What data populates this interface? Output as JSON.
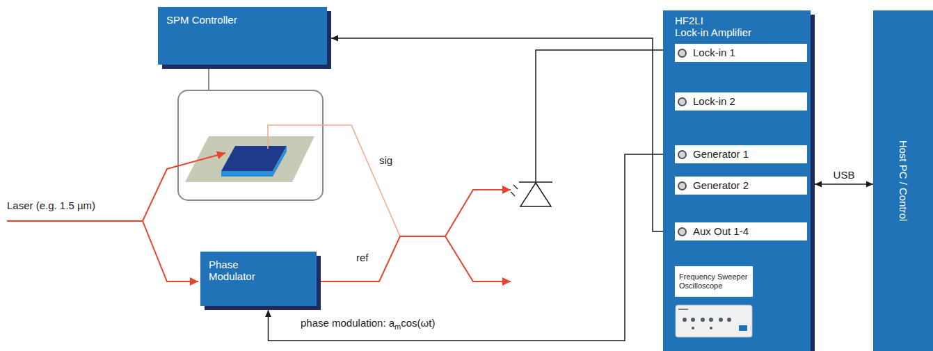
{
  "diagram": {
    "nodes": [
      {
        "text": [
          "SPM Controller"
        ]
      },
      {
        "text": [
          "HF2LI",
          "Lock-in Amplifier"
        ]
      },
      {
        "text": [
          "Lock-in 1"
        ],
        "in": 1
      },
      {
        "text": [
          "Lock-in 2"
        ],
        "in": 1
      },
      {
        "text": [
          "Generator 1"
        ],
        "in": 1
      },
      {
        "text": [
          "Generator 2"
        ],
        "in": 1
      },
      {
        "text": [
          "Aux Out 1-4"
        ],
        "in": 1
      },
      {
        "text": [
          "Frequency Sweeper Oscilloscope"
        ],
        "in": 1
      },
      {
        "text": [
          "Host PC / Control"
        ]
      },
      {
        "text": [
          "Phase Modulator"
        ]
      }
    ],
    "edges": [
      {
        "from": 6,
        "to": 0,
        "arrow": "to"
      },
      {
        "from": 4,
        "to": 9,
        "arrow": "to"
      },
      {
        "from": 1,
        "to": 8,
        "arrow": "both",
        "label": "USB"
      }
    ],
    "labels": [
      "Laser (e.g. 1.5 µm)",
      "sig",
      "ref",
      "phase modulation: a",
      "m",
      "cos(ωt)"
    ]
  }
}
